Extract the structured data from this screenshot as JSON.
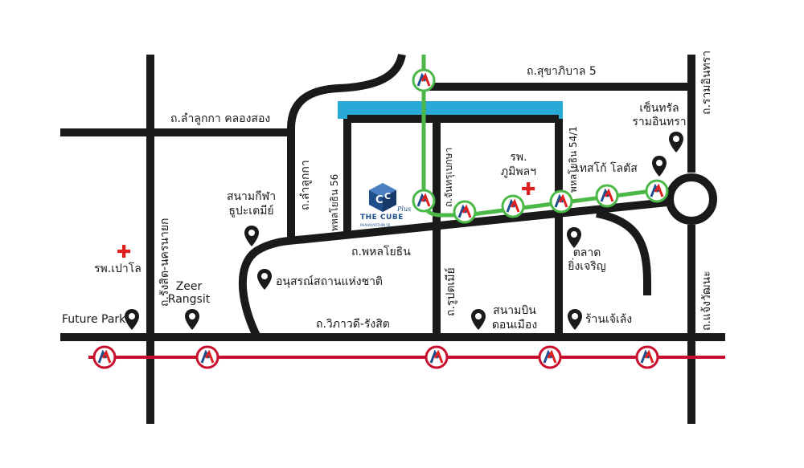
{
  "colors": {
    "road": "#1a1a1a",
    "green_line": "#4cb848",
    "red_line": "#c8102e",
    "canal": "#29a9d6",
    "hospital_cross": "#e02020",
    "logo_blue": "#1f4e8c"
  },
  "roads": {
    "sukhaphiban5": "ถ.สุขาภิบาล 5",
    "lam_luk_ka_khlong_song": "ถ.ลำลูกกา คลองสอง",
    "lam_luk_ka": "ถ.ลำลูกกา",
    "phahonyothin56": "พหลโยธิน 56",
    "chanthrupradit": "ถ.จันทรุเบกษา",
    "phahonyothin54_1": "พหลโยธิน 54/1",
    "phahonyothin": "ถ.พหลโยธิน",
    "rangsit_nakhon_nayok": "ถ.รังสิต-นครนายก",
    "vibhavadi_rangsit": "ถ.วิภาวดี-รังสิต",
    "ruppatamit": "ถ.รูปตเมีย์",
    "ram_inthra": "ถ.รามอินทรา",
    "chaeng_watthana": "ถ.แจ้งวัฒนะ"
  },
  "places": {
    "central_ramintra": [
      "เซ็นทรัล",
      "รามอินทรา"
    ],
    "bhumibol_hospital": [
      "รพ.",
      "ภูมิพลฯ"
    ],
    "tesco_lotus": "เทสโก้ โลตัส",
    "stadium": [
      "สนามกีฬา",
      "ธูปะเตมีย์"
    ],
    "paolo_hospital": "รพ.เปาโล",
    "zeer_rangsit": [
      "Zeer",
      "Rangsit"
    ],
    "monument": "อนุสรณ์สถานแห่งชาติ",
    "future_park": "Future Park",
    "don_mueang_airport": [
      "สนามบิน",
      "ดอนเมือง"
    ],
    "ying_charoen_market": [
      "ตลาด",
      "ยิ่งเจริญ"
    ],
    "jae_leng_shop": "ร้านเจ้เล้ง"
  },
  "logo": {
    "name": "THE CUBE",
    "suffix": "Plus",
    "tagline": "PHAHOLYOTHIN 56"
  },
  "icons": {
    "map_pin": "map-pin-icon",
    "hospital": "hospital-cross-icon",
    "train_station": "train-station-icon"
  }
}
